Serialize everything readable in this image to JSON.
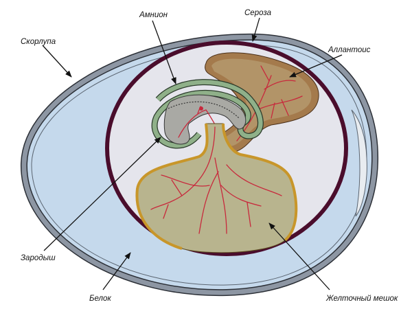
{
  "title": "Строение яйца с зародышем",
  "labels": {
    "shell": "Скорлупа",
    "amnion": "Амнион",
    "serosa": "Сероза",
    "allantois": "Аллантоис",
    "embryo": "Зародыш",
    "albumen": "Белок",
    "yolk_sac": "Желточный мешок"
  },
  "colors": {
    "shell": "#8d96a3",
    "albumen": "#c5d9ec",
    "serosa": "#4a0d2c",
    "cavity": "#e5e5ec",
    "allantois": "#a47a4c",
    "amnion": "#8fb089",
    "embryo": "#a9a9a4",
    "yolk": "#b8b48e",
    "yolk_border": "#c8962a",
    "vessels": "#c8283c"
  }
}
